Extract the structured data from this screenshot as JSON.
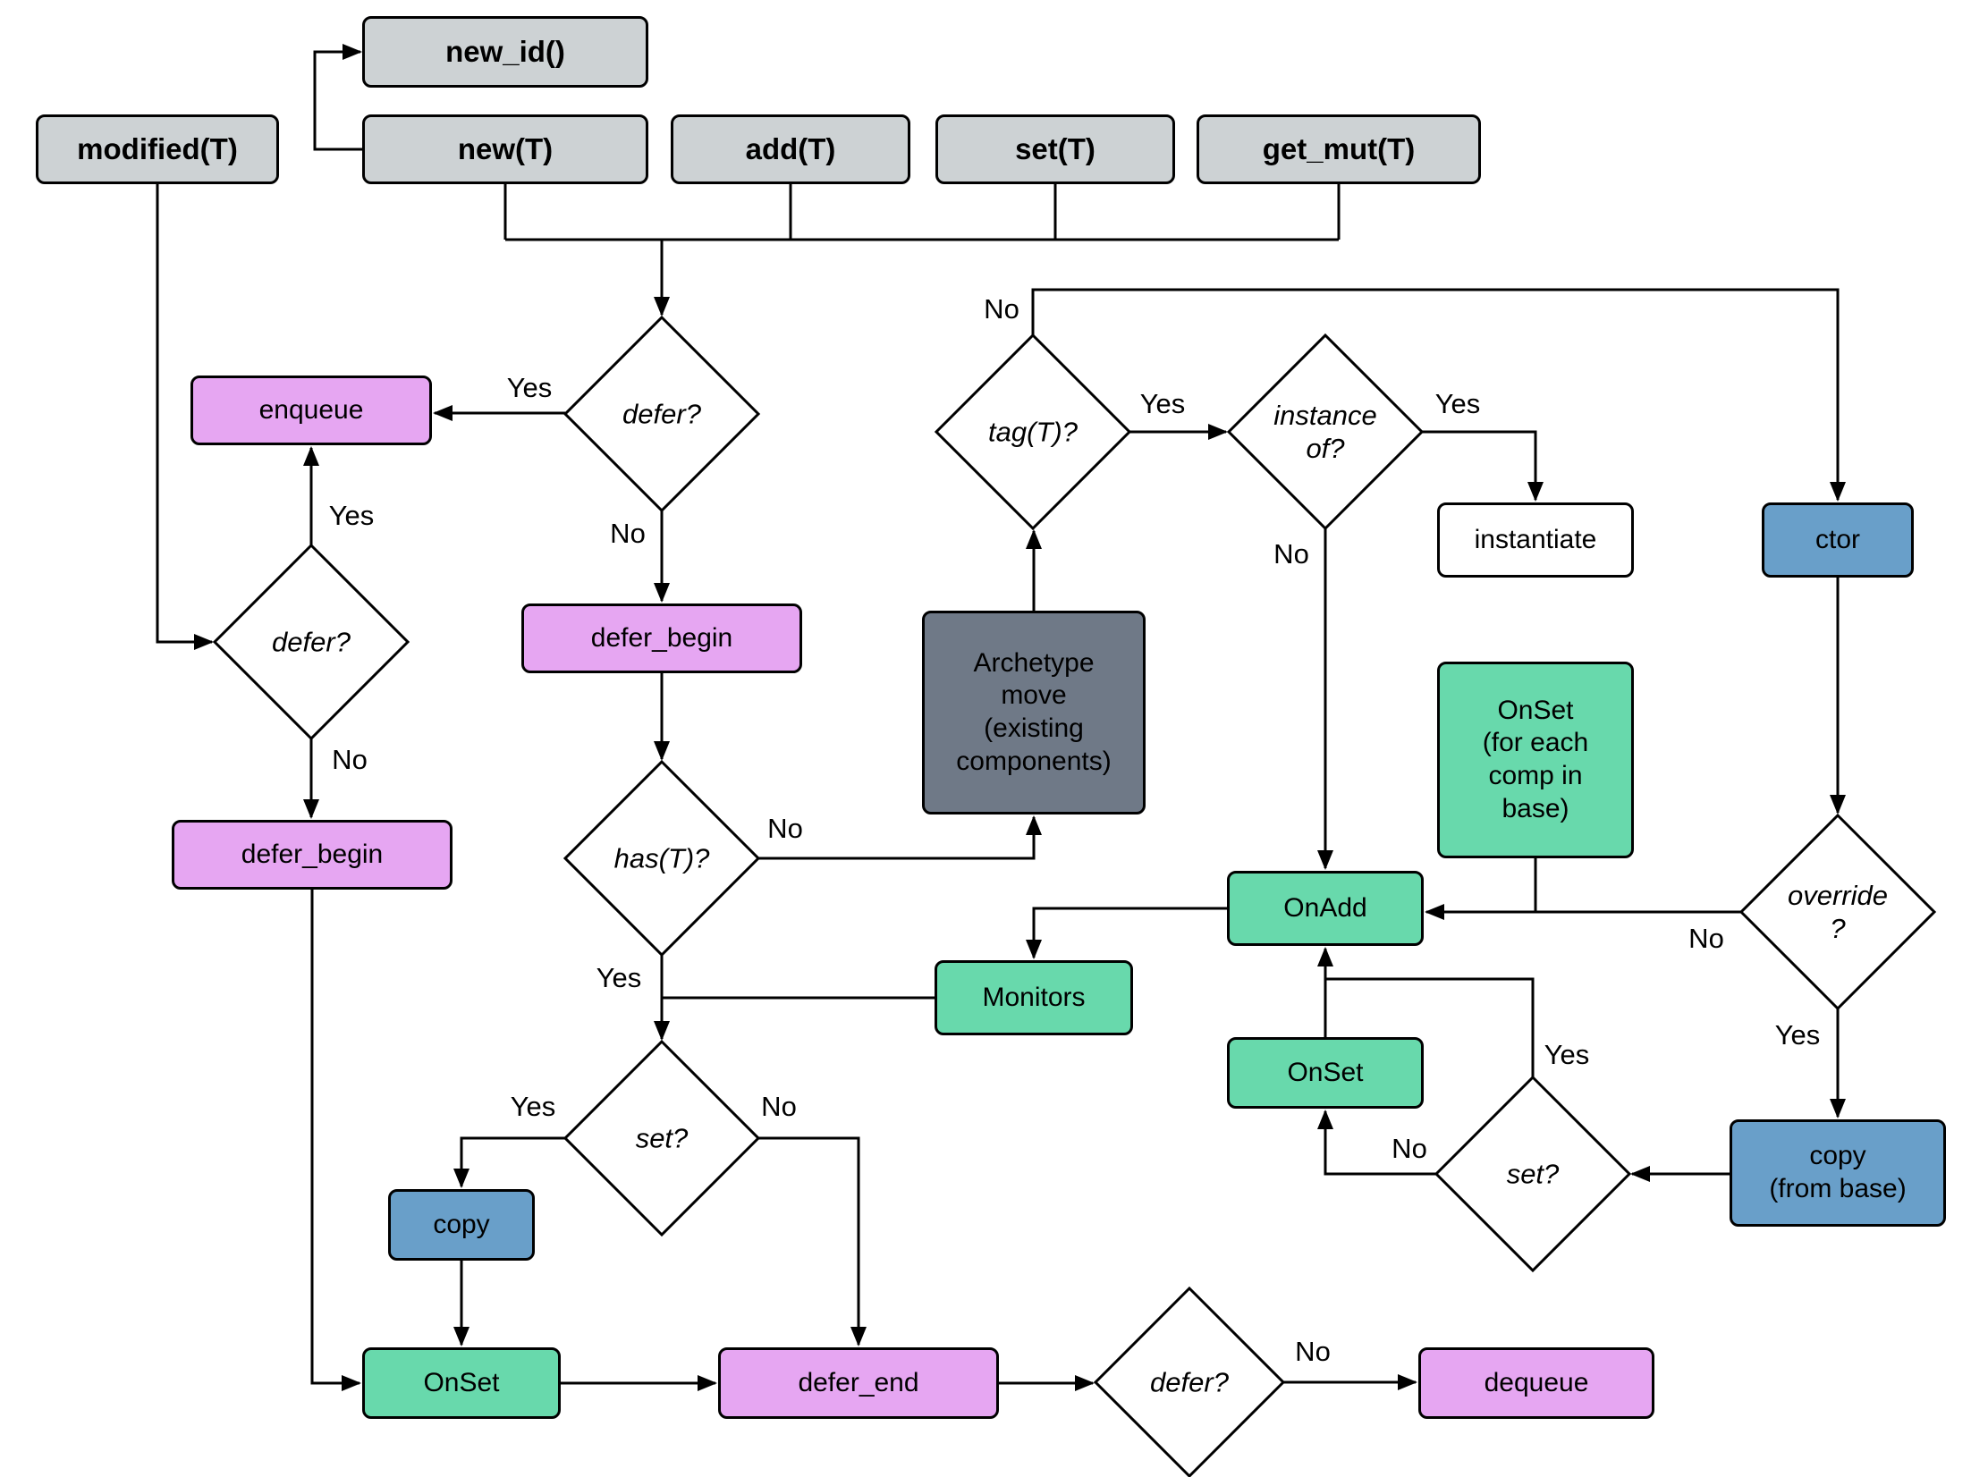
{
  "nodes": {
    "modified": {
      "label": "modified(T)"
    },
    "new_id": {
      "label": "new_id()"
    },
    "new": {
      "label": "new(T)"
    },
    "add": {
      "label": "add(T)"
    },
    "set": {
      "label": "set(T)"
    },
    "get_mut": {
      "label": "get_mut(T)"
    },
    "defer_center": {
      "label": "defer?"
    },
    "enqueue": {
      "label": "enqueue"
    },
    "defer_left": {
      "label": "defer?"
    },
    "defer_begin_center": {
      "label": "defer_begin"
    },
    "defer_begin_left": {
      "label": "defer_begin"
    },
    "has_t": {
      "label": "has(T)?"
    },
    "archetype_move": {
      "label": "Archetype\nmove\n(existing\ncomponents)"
    },
    "tag_t": {
      "label": "tag(T)?"
    },
    "instance_of": {
      "label": "instance\nof?"
    },
    "instantiate": {
      "label": "instantiate"
    },
    "ctor": {
      "label": "ctor"
    },
    "onset_base": {
      "label": "OnSet\n(for each\ncomp in\nbase)"
    },
    "onadd": {
      "label": "OnAdd"
    },
    "override_q": {
      "label": "override\n?"
    },
    "monitors": {
      "label": "Monitors"
    },
    "onset_mid": {
      "label": "OnSet"
    },
    "set_q_right": {
      "label": "set?"
    },
    "copy_from_base": {
      "label": "copy\n(from base)"
    },
    "set_q_left": {
      "label": "set?"
    },
    "copy": {
      "label": "copy"
    },
    "onset_bottom": {
      "label": "OnSet"
    },
    "defer_end": {
      "label": "defer_end"
    },
    "defer_bottom": {
      "label": "defer?"
    },
    "dequeue": {
      "label": "dequeue"
    }
  },
  "edges": [
    {
      "from": "new(T)",
      "to": "new_id()",
      "label": ""
    },
    {
      "from": "new(T) / add(T) / set(T) / get_mut(T)",
      "to": "defer?",
      "label": ""
    },
    {
      "from": "modified(T)",
      "to": "defer? (left)",
      "label": ""
    },
    {
      "from": "defer?",
      "to": "enqueue",
      "label": "Yes"
    },
    {
      "from": "defer?",
      "to": "defer_begin",
      "label": "No"
    },
    {
      "from": "defer? (left)",
      "to": "enqueue",
      "label": "Yes"
    },
    {
      "from": "defer? (left)",
      "to": "defer_begin (left)",
      "label": "No"
    },
    {
      "from": "defer_begin",
      "to": "has(T)?",
      "label": ""
    },
    {
      "from": "has(T)?",
      "to": "Archetype move (existing components)",
      "label": "No"
    },
    {
      "from": "Archetype move (existing components)",
      "to": "tag(T)?",
      "label": ""
    },
    {
      "from": "tag(T)?",
      "to": "instance of?",
      "label": "Yes"
    },
    {
      "from": "tag(T)?",
      "to": "ctor",
      "label": "No"
    },
    {
      "from": "instance of?",
      "to": "instantiate",
      "label": "Yes"
    },
    {
      "from": "instance of?",
      "to": "OnAdd",
      "label": "No"
    },
    {
      "from": "instantiate",
      "to": "OnSet (for each comp in base)",
      "label": ""
    },
    {
      "from": "OnSet (for each comp in base)",
      "to": "OnAdd",
      "label": ""
    },
    {
      "from": "override?",
      "to": "OnAdd",
      "label": "No"
    },
    {
      "from": "OnAdd",
      "to": "Monitors",
      "label": ""
    },
    {
      "from": "has(T)?",
      "to": "set?",
      "label": "Yes"
    },
    {
      "from": "Monitors",
      "to": "set?",
      "label": ""
    },
    {
      "from": "set?",
      "to": "copy",
      "label": "Yes"
    },
    {
      "from": "set?",
      "to": "defer_end",
      "label": "No"
    },
    {
      "from": "copy",
      "to": "OnSet",
      "label": ""
    },
    {
      "from": "defer_begin (left)",
      "to": "OnSet",
      "label": ""
    },
    {
      "from": "OnSet",
      "to": "defer_end",
      "label": ""
    },
    {
      "from": "defer_end",
      "to": "defer? (bottom)",
      "label": ""
    },
    {
      "from": "defer? (bottom)",
      "to": "dequeue",
      "label": "No"
    },
    {
      "from": "ctor",
      "to": "override?",
      "label": ""
    },
    {
      "from": "override?",
      "to": "copy (from base)",
      "label": "Yes"
    },
    {
      "from": "copy (from base)",
      "to": "set? (right)",
      "label": ""
    },
    {
      "from": "set? (right)",
      "to": "OnSet (mid)",
      "label": "No"
    },
    {
      "from": "set? (right)",
      "to": "OnAdd",
      "label": "Yes"
    },
    {
      "from": "OnSet (mid)",
      "to": "OnAdd",
      "label": ""
    }
  ],
  "colors": {
    "box_gray": "#cdd2d4",
    "box_purple": "#e6a6f2",
    "box_green": "#68d9ac",
    "box_blue": "#699fc9",
    "box_slate": "#6f7987",
    "box_white": "#ffffff",
    "line": "#000000"
  }
}
